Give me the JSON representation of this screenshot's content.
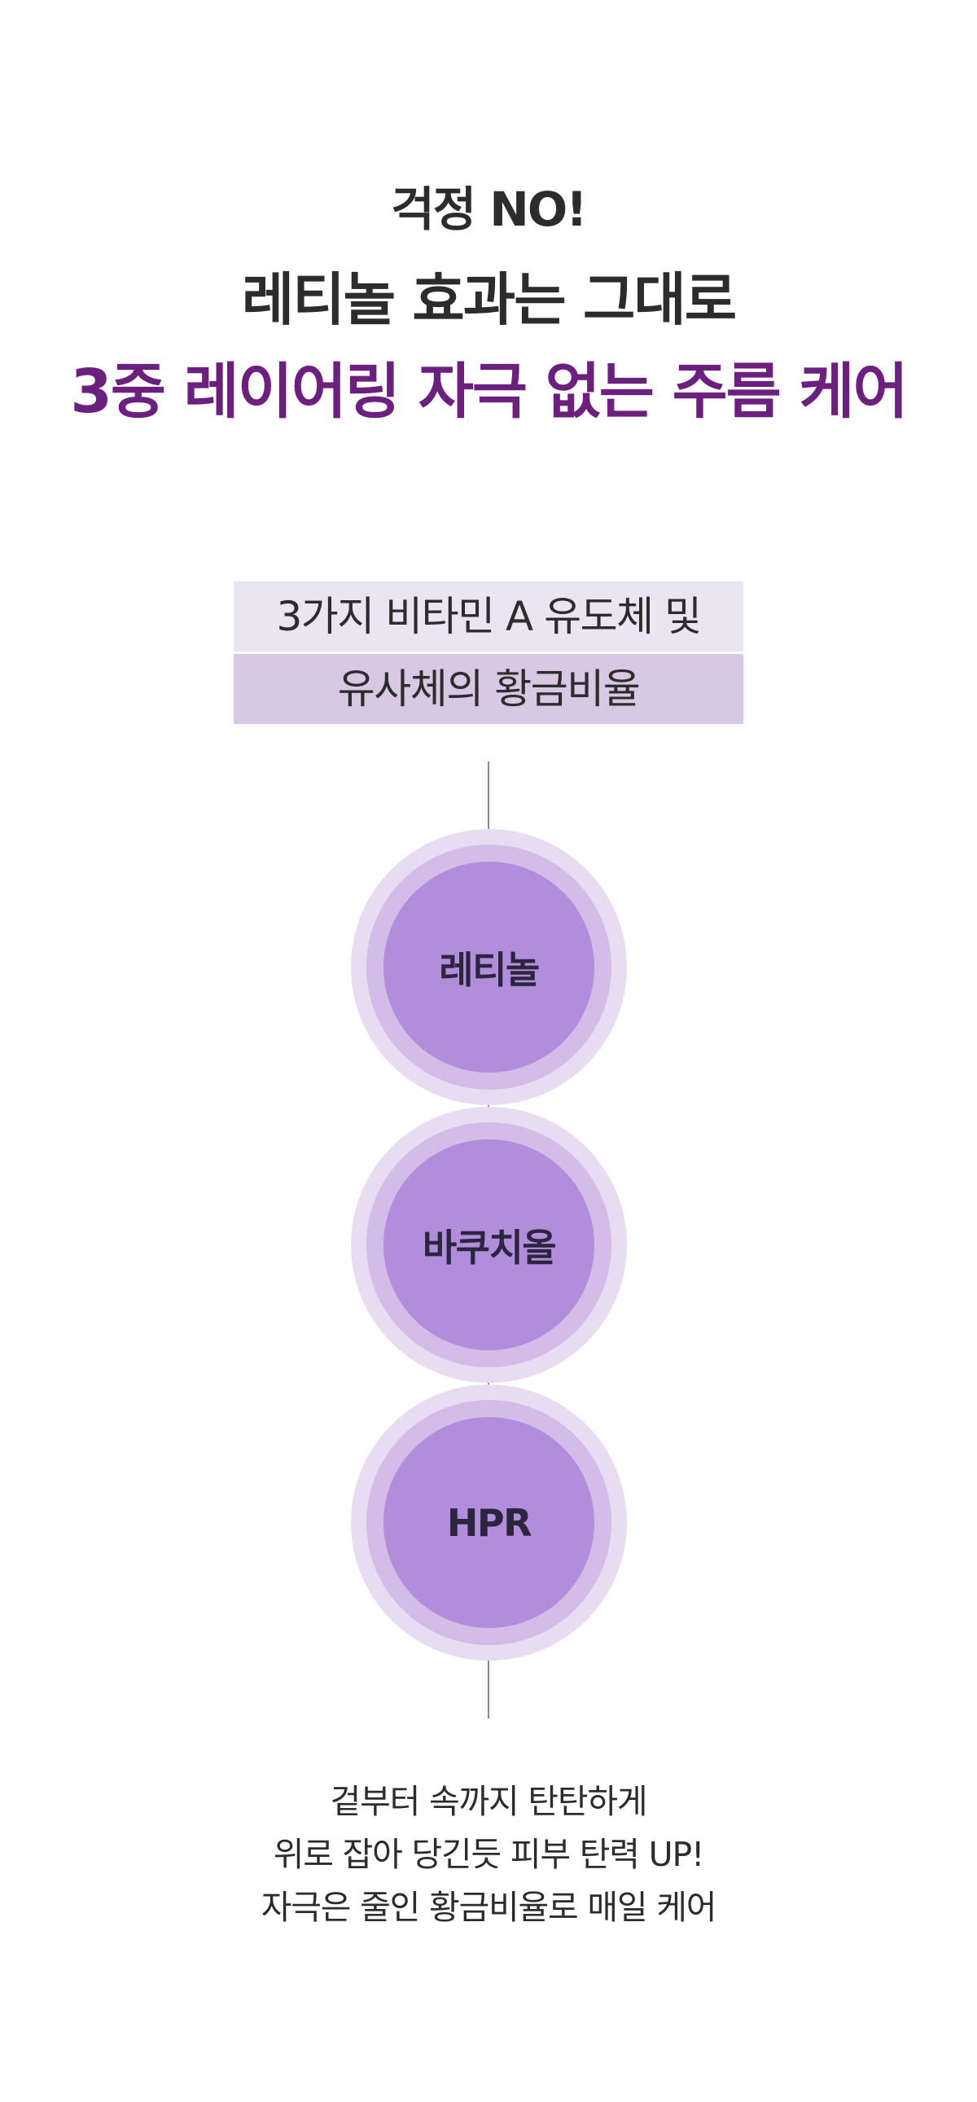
{
  "headline": {
    "line1": "걱정 NO!",
    "line2": "레티놀 효과는 그대로",
    "line3": "3중 레이어링 자극 없는 주름 케어",
    "accent_color": "#6d1f7f"
  },
  "tag": {
    "line1": "3가지 비타민 A 유도체 및",
    "line2": "유사체의 황금비율",
    "colors": [
      "#ebe4f2",
      "#d9c8e3"
    ]
  },
  "ingredients": [
    {
      "label": "레티놀"
    },
    {
      "label": "바쿠치올"
    },
    {
      "label": "HPR"
    }
  ],
  "circle_colors": {
    "outer": "#e8dcf2",
    "middle": "#d3bde8",
    "inner": "#b28ddb"
  },
  "description": {
    "line1": "겉부터 속까지 탄탄하게",
    "line2": "위로 잡아 당긴듯 피부 탄력 UP!",
    "line3": "자극은 줄인 황금비율로 매일 케어"
  }
}
